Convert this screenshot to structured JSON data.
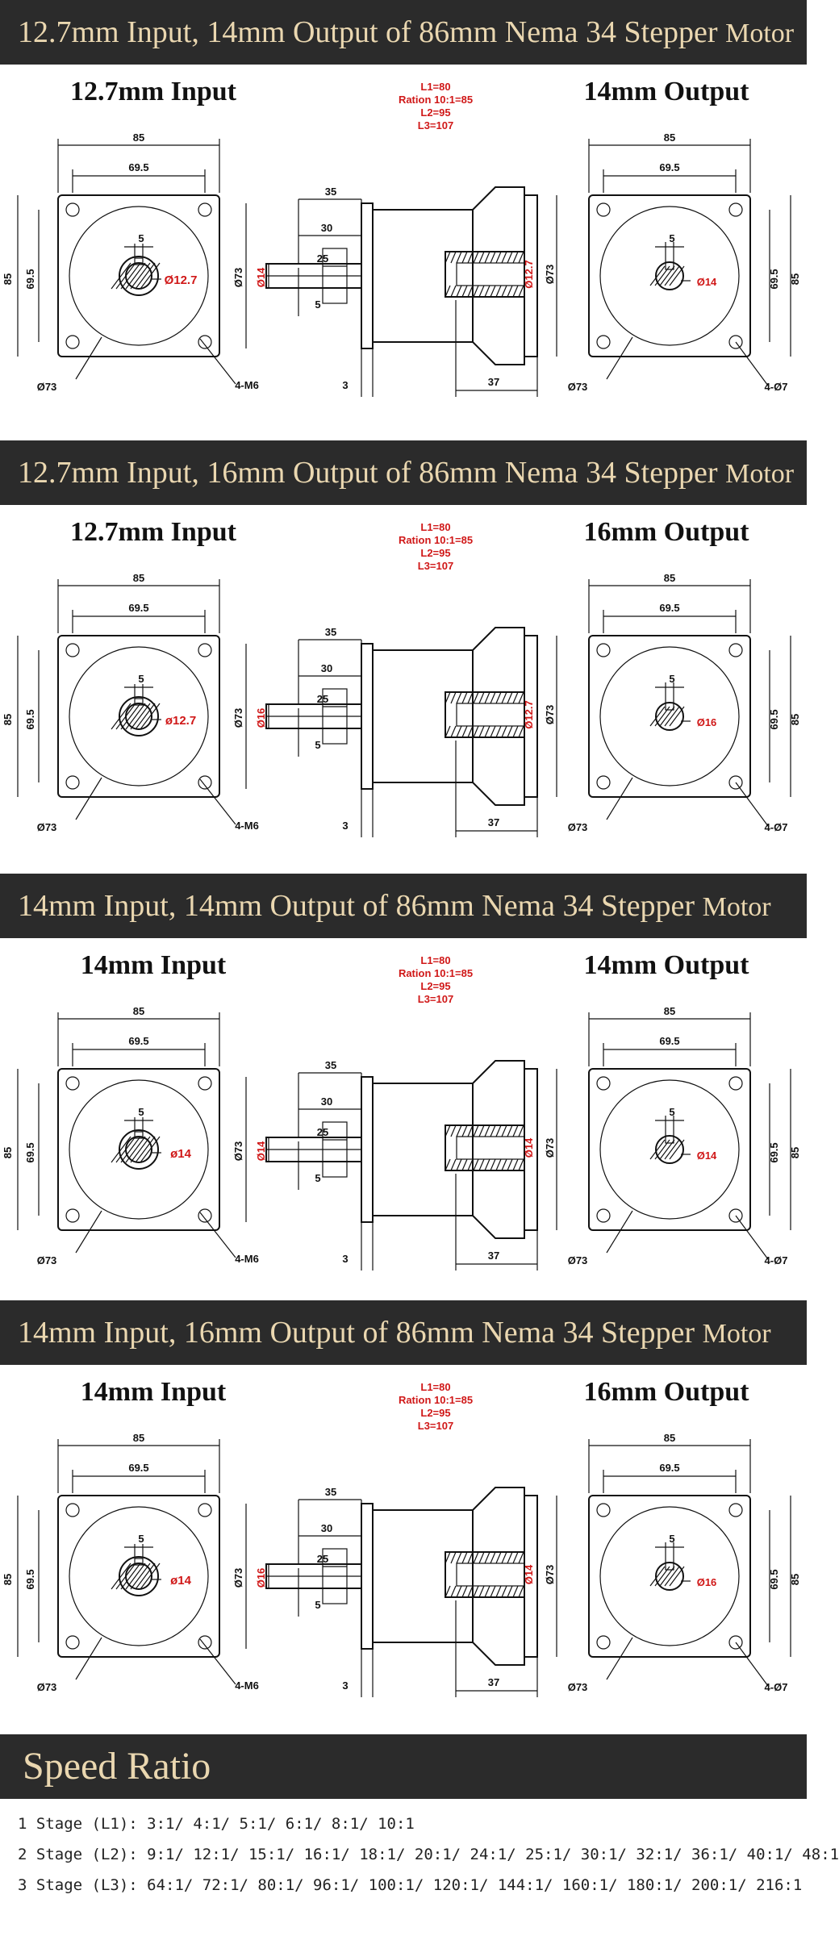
{
  "sections": [
    {
      "title_main": "12.7mm Input, 14mm Output of 86mm Nema 34 Stepper",
      "title_end": "Motor",
      "input_header": "12.7mm Input",
      "output_header": "14mm Output",
      "specs": [
        "L1=80",
        "Ration 10:1=85",
        "L2=95",
        "L3=107"
      ],
      "input_bore": "Ø12.7",
      "output_shaft": "Ø14",
      "side_shaft": "Ø14",
      "side_bore": "Ø12.7"
    },
    {
      "title_main": "12.7mm Input, 16mm Output of 86mm Nema 34 Stepper",
      "title_end": "Motor",
      "input_header": "12.7mm Input",
      "output_header": "16mm Output",
      "specs": [
        "L1=80",
        "Ration 10:1=85",
        "L2=95",
        "L3=107"
      ],
      "input_bore": "ø12.7",
      "output_shaft": "Ø16",
      "side_shaft": "Ø16",
      "side_bore": "Ø12.7"
    },
    {
      "title_main": "14mm Input, 14mm Output of 86mm Nema 34 Stepper",
      "title_end": "Motor",
      "input_header": "14mm Input",
      "output_header": "14mm Output",
      "specs": [
        "L1=80",
        "Ration 10:1=85",
        "L2=95",
        "L3=107"
      ],
      "input_bore": "ø14",
      "output_shaft": "Ø14",
      "side_shaft": "Ø14",
      "side_bore": "Ø14"
    },
    {
      "title_main": "14mm Input, 16mm Output of 86mm Nema 34 Stepper",
      "title_end": "Motor",
      "input_header": "14mm Input",
      "output_header": "16mm Output",
      "specs": [
        "L1=80",
        "Ration 10:1=85",
        "L2=95",
        "L3=107"
      ],
      "input_bore": "ø14",
      "output_shaft": "Ø16",
      "side_shaft": "Ø16",
      "side_bore": "Ø14"
    }
  ],
  "dims": {
    "flange_width": "85",
    "bolt_spacing": "69.5",
    "key_width": "5",
    "pilot_diameter": "Ø73",
    "input_holes": "4-M6",
    "output_holes": "4-Ø7",
    "side_overall": "35",
    "side_shaft_length": "30",
    "side_key_length": "25",
    "side_flange": "3",
    "side_output_length": "37",
    "side_key_width": "5"
  },
  "speed_ratio": {
    "title": "Speed Ratio",
    "lines": [
      "1 Stage (L1): 3:1/ 4:1/ 5:1/ 6:1/ 8:1/ 10:1",
      "2 Stage (L2): 9:1/ 12:1/ 15:1/ 16:1/ 18:1/ 20:1/ 24:1/ 25:1/ 30:1/ 32:1/ 36:1/ 40:1/ 48:1",
      "3 Stage (L3): 64:1/ 72:1/ 80:1/ 96:1/ 100:1/ 120:1/ 144:1/ 160:1/ 180:1/ 200:1/ 216:1"
    ]
  }
}
